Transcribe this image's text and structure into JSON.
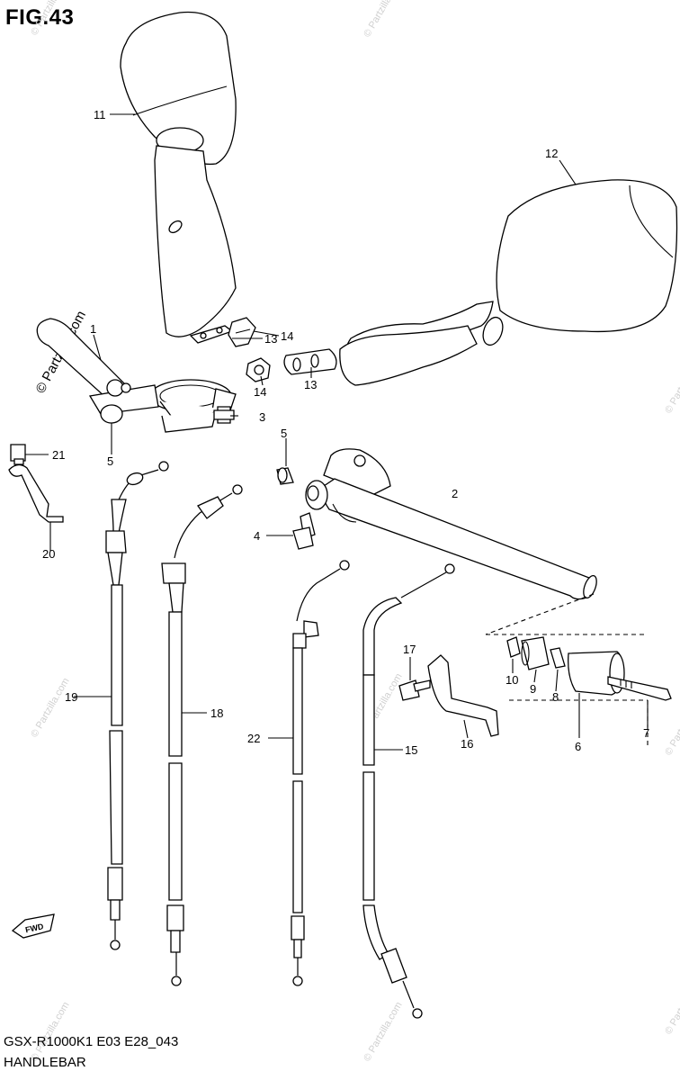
{
  "figure": {
    "title": "FIG.43",
    "footer_code": "GSX-R1000K1  E03 E28_043",
    "footer_title": "HANDLEBAR"
  },
  "watermark": {
    "text": "© Partzilla.com"
  },
  "callouts": [
    {
      "id": "1",
      "part": "handlebar, left"
    },
    {
      "id": "2",
      "part": "handlebar, right"
    },
    {
      "id": "3",
      "part": "bolt"
    },
    {
      "id": "4",
      "part": "bolt"
    },
    {
      "id": "5",
      "part": "plug"
    },
    {
      "id": "6",
      "part": "balancer"
    },
    {
      "id": "7",
      "part": "screw"
    },
    {
      "id": "8",
      "part": "nut"
    },
    {
      "id": "9",
      "part": "cushion"
    },
    {
      "id": "10",
      "part": "washer"
    },
    {
      "id": "11",
      "part": "mirror, left"
    },
    {
      "id": "12",
      "part": "mirror, right"
    },
    {
      "id": "13",
      "part": "washer"
    },
    {
      "id": "14",
      "part": "nut"
    },
    {
      "id": "15",
      "part": "cable"
    },
    {
      "id": "16",
      "part": "bracket"
    },
    {
      "id": "17",
      "part": "bolt"
    },
    {
      "id": "18",
      "part": "cable"
    },
    {
      "id": "19",
      "part": "cable"
    },
    {
      "id": "20",
      "part": "clamp"
    },
    {
      "id": "21",
      "part": "bolt"
    },
    {
      "id": "22",
      "part": "cable"
    }
  ],
  "fwd_marker": "FWD"
}
